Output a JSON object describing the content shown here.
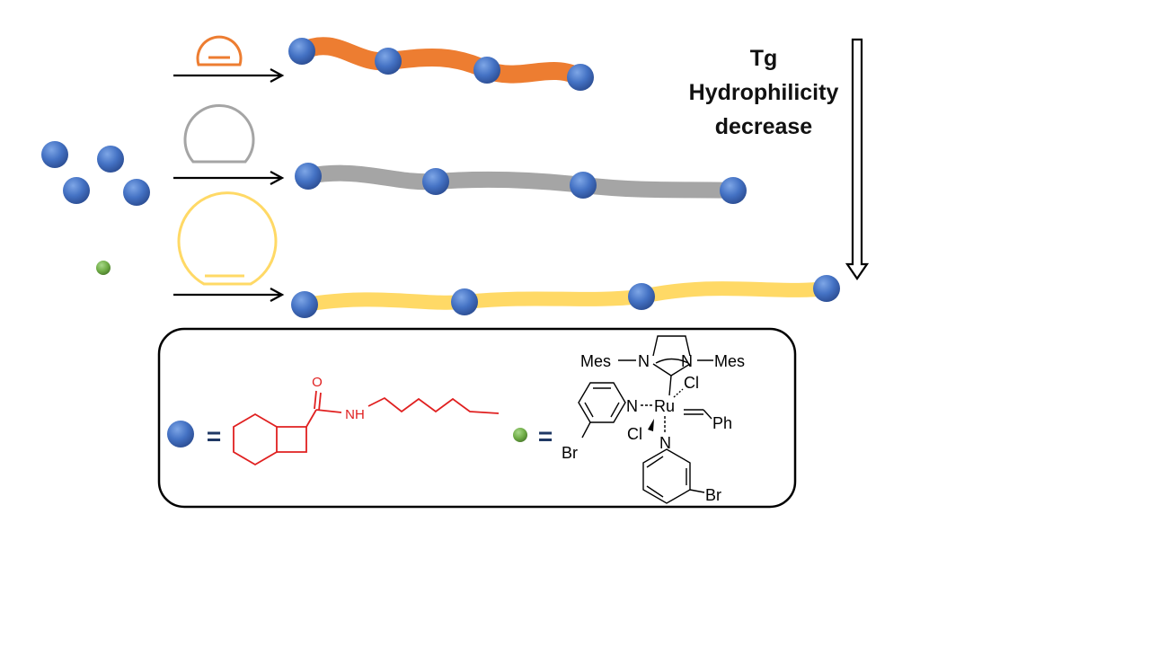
{
  "trend": {
    "line1": "Tg",
    "line2": "Hydrophilicity",
    "line3": "decrease"
  },
  "colors": {
    "monomer": "#4472c4",
    "catalyst": "#70ad47",
    "ring_small": "#ed7d31",
    "ring_medium": "#a5a5a5",
    "ring_large": "#ffd966",
    "legend_structure": "#e02020",
    "text": "#111111"
  },
  "icons": {
    "monomer": "blue-sphere-icon",
    "catalyst": "green-sphere-icon",
    "template": "cyclic-template-icon"
  },
  "legend": {
    "equals": "=",
    "monomer_structure": {
      "carbonyl_o": "O",
      "amide_nh": "NH"
    },
    "catalyst_structure": {
      "mes_left": "Mes",
      "n_left": "N",
      "n_right": "N",
      "mes_right": "Mes",
      "ru": "Ru",
      "cl_top": "Cl",
      "cl_bottom": "Cl",
      "n_pyr_left": "N",
      "n_pyr_bottom": "N",
      "ph": "Ph",
      "br_left": "Br",
      "br_bottom": "Br"
    }
  }
}
